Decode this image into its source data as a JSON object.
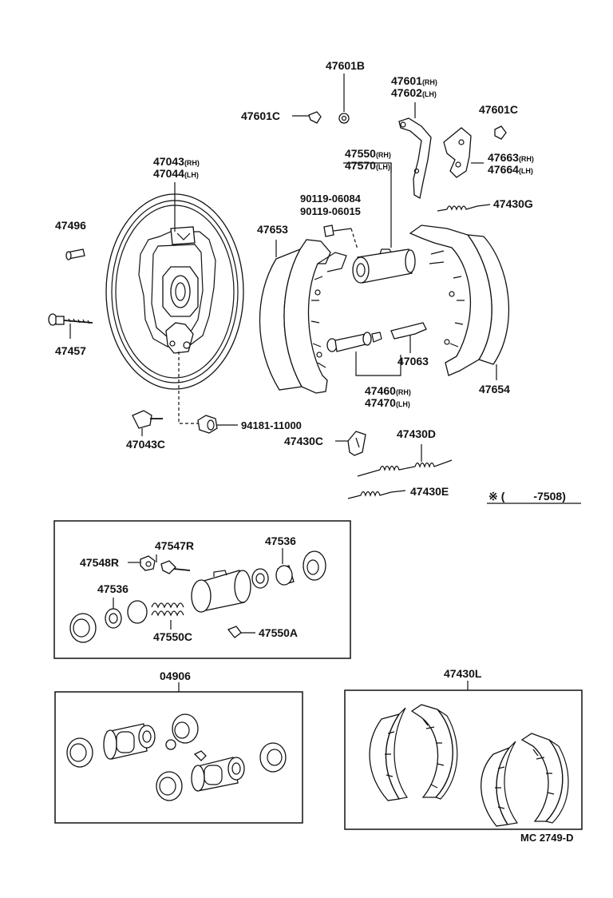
{
  "labels": {
    "p47601B": "47601B",
    "p47601_rh": "47601",
    "p47602_lh": "47602",
    "p47601C_left": "47601C",
    "p47601C_right": "47601C",
    "p47043": "47043",
    "p47044": "47044",
    "p47550": "47550",
    "p47570": "47570",
    "p47663": "47663",
    "p47664": "47664",
    "p90119a": "90119-06084",
    "p90119b": "90119-06015",
    "p47430G": "47430G",
    "p47496": "47496",
    "p47653": "47653",
    "p47457": "47457",
    "p47063": "47063",
    "p47654": "47654",
    "p47460": "47460",
    "p47470": "47470",
    "p94181": "94181-11000",
    "p47043C": "47043C",
    "p47430C": "47430C",
    "p47430D": "47430D",
    "p47430E": "47430E",
    "p47547R": "47547R",
    "p47536_top": "47536",
    "p47548R": "47548R",
    "p47536_left": "47536",
    "p47550C": "47550C",
    "p47550A": "47550A",
    "p04906": "04906",
    "p47430L": "47430L"
  },
  "side": {
    "rh": "(RH)",
    "lh": "(LH)"
  },
  "note": {
    "mark": "※",
    "open": "(",
    "range": "-7508)"
  },
  "figure_code": "MC 2749-D"
}
